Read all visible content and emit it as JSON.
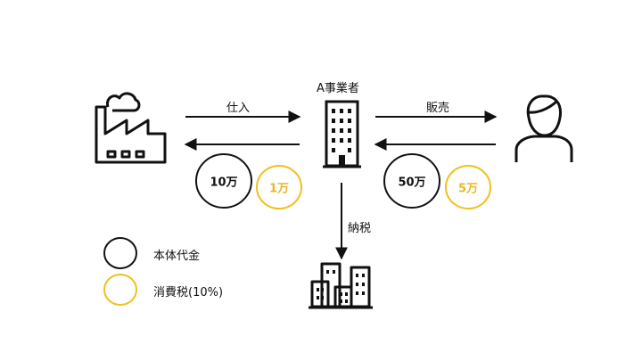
{
  "company_label": "A事業者",
  "purchase_label": "仕入",
  "sale_label": "販売",
  "tax_payment_label": "納税",
  "purchase_price": "10万",
  "purchase_tax": "1万",
  "sale_price": "50万",
  "sale_tax": "5万",
  "legend": {
    "body_price": "本体代金",
    "consumption_tax": "消費税(10%)"
  },
  "colors": {
    "black": "#111111",
    "tax_yellow": "#f0c020",
    "tax_text": "#e8b72a"
  },
  "icons": [
    "factory-icon",
    "office-building-icon",
    "person-icon",
    "tax-office-buildings-icon"
  ]
}
